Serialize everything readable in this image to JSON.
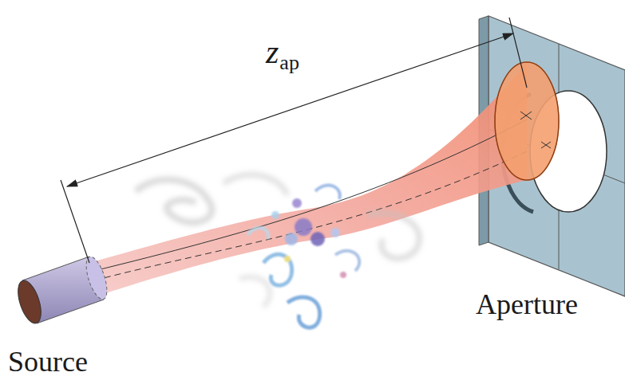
{
  "diagram": {
    "labels": [
      "z",
      "ap",
      "Source",
      "Aperture"
    ]
  }
}
